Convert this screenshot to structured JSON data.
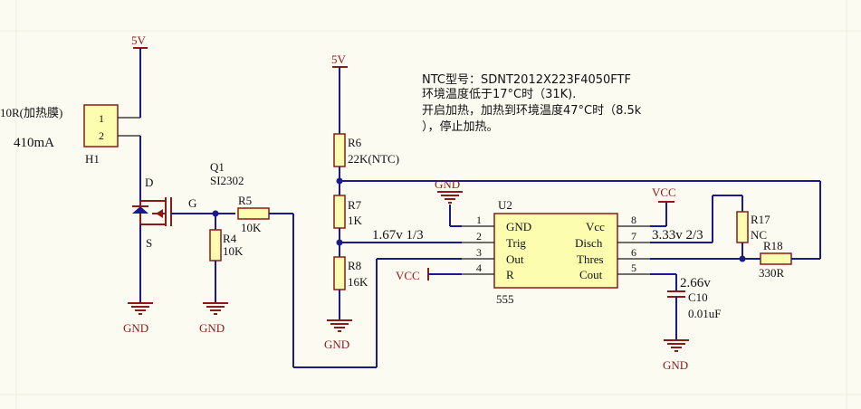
{
  "notes": {
    "line1": "NTC型号：SDNT2012X223F4050FTF",
    "line2": "环境温度低于17°C时（31K).",
    "line3": "开启加热，加热到环境温度47°C时（8.5k",
    "line4": "），停止加热。"
  },
  "heater": {
    "label": "10R(加热膜)",
    "current": "410mA",
    "ref": "H1",
    "pin1": "1",
    "pin2": "2"
  },
  "mosfet": {
    "ref": "Q1",
    "part": "SI2302",
    "d": "D",
    "g": "G",
    "s": "S"
  },
  "resistors": {
    "r5": {
      "ref": "R5",
      "value": "10K"
    },
    "r4": {
      "ref": "R4",
      "value": "10K"
    },
    "r6": {
      "ref": "R6",
      "value": "22K(NTC)"
    },
    "r7": {
      "ref": "R7",
      "value": "1K"
    },
    "r8": {
      "ref": "R8",
      "value": "16K"
    },
    "r17": {
      "ref": "R17",
      "value": "NC"
    },
    "r18": {
      "ref": "R18",
      "value": "330R"
    }
  },
  "capacitor": {
    "ref": "C10",
    "value": "0.01uF"
  },
  "ic": {
    "ref": "U2",
    "part": "555",
    "left_pins": [
      {
        "num": "1",
        "name": "GND"
      },
      {
        "num": "2",
        "name": "Trig"
      },
      {
        "num": "3",
        "name": "Out"
      },
      {
        "num": "4",
        "name": "R"
      }
    ],
    "right_pins": [
      {
        "num": "8",
        "name": "Vcc"
      },
      {
        "num": "7",
        "name": "Disch"
      },
      {
        "num": "6",
        "name": "Thres"
      },
      {
        "num": "5",
        "name": "Cout"
      }
    ]
  },
  "nets": {
    "v5_a": "5V",
    "v5_b": "5V",
    "gnd_q1": "GND",
    "gnd_r4": "GND",
    "gnd_r8": "GND",
    "gnd_u2": "GND",
    "gnd_c10": "GND",
    "vcc_pin8": "VCC",
    "vcc_pin4": "VCC"
  },
  "annotations": {
    "trig": "1.67v  1/3",
    "thres": "3.33v  2/3",
    "cout": "2.66v"
  },
  "colors": {
    "wire": "#1a1a8c",
    "component": "#8c1a1a",
    "ic_fill": "#fdfdb0",
    "background": "#fbfbf1"
  }
}
